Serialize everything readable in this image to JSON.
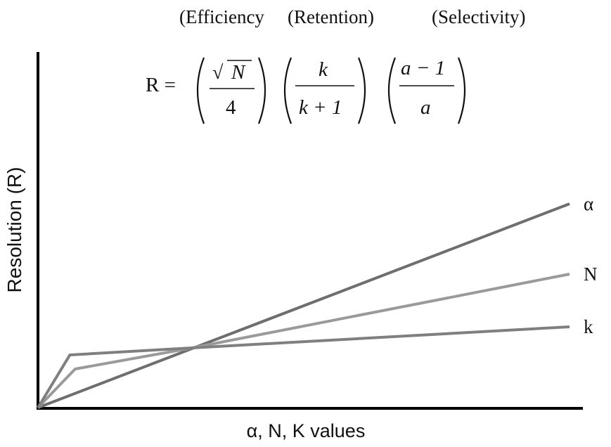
{
  "chart_data": {
    "type": "line",
    "title": "",
    "header_labels": [
      "(Efficiency",
      "(Retention)",
      "(Selectivity)"
    ],
    "equation": {
      "lhs": "R =",
      "factors": [
        {
          "numerator": "N",
          "radical": "√",
          "denominator": "4"
        },
        {
          "numerator": "k",
          "denominator": "k + 1"
        },
        {
          "numerator": "a − 1",
          "denominator": "a"
        }
      ]
    },
    "xlabel": "α, N, K values",
    "ylabel": "Resolution (R)",
    "xlim": [
      0,
      100
    ],
    "ylim": [
      0,
      100
    ],
    "grid": false,
    "series": [
      {
        "name": "α",
        "color": "#6e6e6e",
        "x": [
          0,
          100
        ],
        "y": [
          0,
          58
        ]
      },
      {
        "name": "N",
        "color": "#9a9a9a",
        "x": [
          0,
          7,
          29,
          100
        ],
        "y": [
          0,
          11,
          17,
          38
        ]
      },
      {
        "name": "k",
        "color": "#7f7f7f",
        "x": [
          0,
          6,
          29,
          100
        ],
        "y": [
          0,
          15,
          17,
          23
        ]
      }
    ]
  }
}
